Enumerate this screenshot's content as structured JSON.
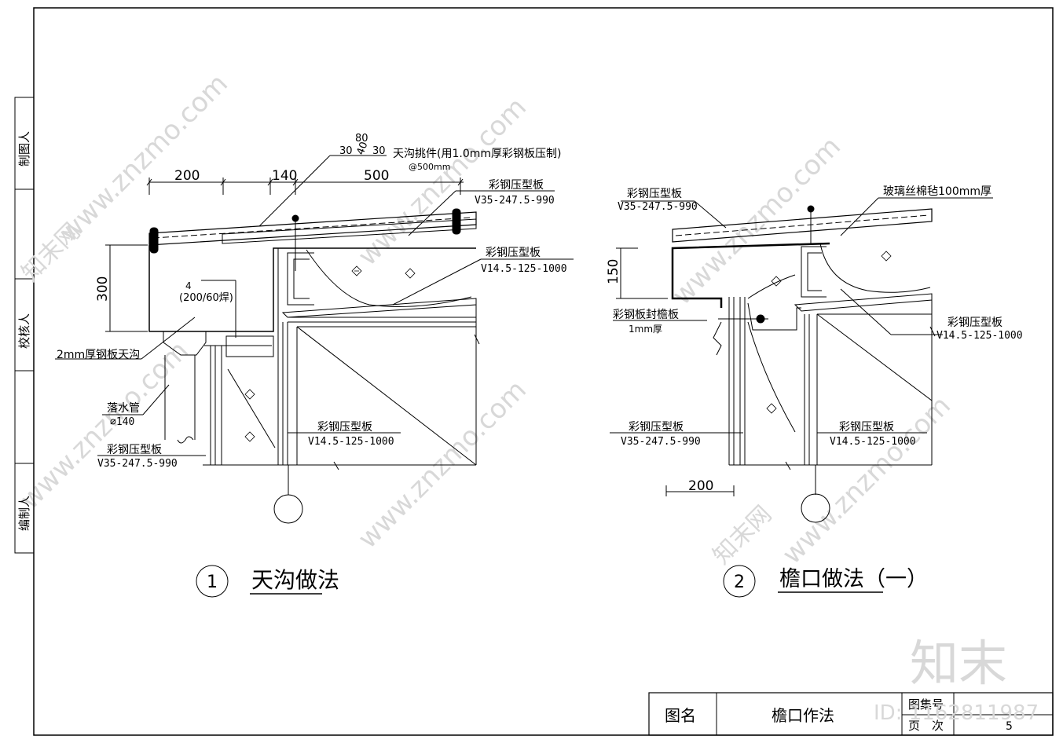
{
  "side_panel": {
    "cells": [
      "制图人",
      "校核人",
      "编制人"
    ]
  },
  "detail1": {
    "number": "1",
    "title": "天沟做法",
    "dims_top": [
      "200",
      "140",
      "500"
    ],
    "dim_300": "300",
    "gutter_dims": [
      "80",
      "30",
      "40",
      "30"
    ],
    "callout_bracket": "天沟挑件(用1.0mm厚彩钢板压制)",
    "callout_bracket_spacing": "@500mm",
    "roof_panel_name": "彩钢压型板",
    "roof_panel_spec": "V35-247.5-990",
    "inner_panel_name": "彩钢压型板",
    "inner_panel_spec": "V14.5-125-1000",
    "weld_label": "4",
    "weld_spec": "(200/60焊)",
    "gutter_label": "2mm厚钢板天沟",
    "downpipe_label": "落水管",
    "downpipe_size": "⌀140",
    "wall_outer_name": "彩钢压型板",
    "wall_outer_spec": "V35-247.5-990",
    "wall_inner_name": "彩钢压型板",
    "wall_inner_spec": "V14.5-125-1000"
  },
  "detail2": {
    "number": "2",
    "title": "檐口做法（一）",
    "roof_panel_name": "彩钢压型板",
    "roof_panel_spec": "V35-247.5-990",
    "insulation_label": "玻璃丝棉毡100mm厚",
    "dim_150": "150",
    "fascia_label": "彩钢板封檐板",
    "fascia_thk": "1mm厚",
    "inner_panel_name": "彩钢压型板",
    "inner_panel_spec": "V14.5-125-1000",
    "wall_outer_name": "彩钢压型板",
    "wall_outer_spec": "V35-247.5-990",
    "wall_inner_name": "彩钢压型板",
    "wall_inner_spec": "V14.5-125-1000",
    "dim_200": "200"
  },
  "title_block": {
    "name_label": "图名",
    "name_value": "檐口作法",
    "atlas_label": "图集号",
    "page_label": "页　次",
    "page_value": "5"
  },
  "watermark": {
    "site": "www.znzmo.com",
    "brand": "知末",
    "brand_alt": "知末网",
    "id": "ID: 1162811987"
  }
}
